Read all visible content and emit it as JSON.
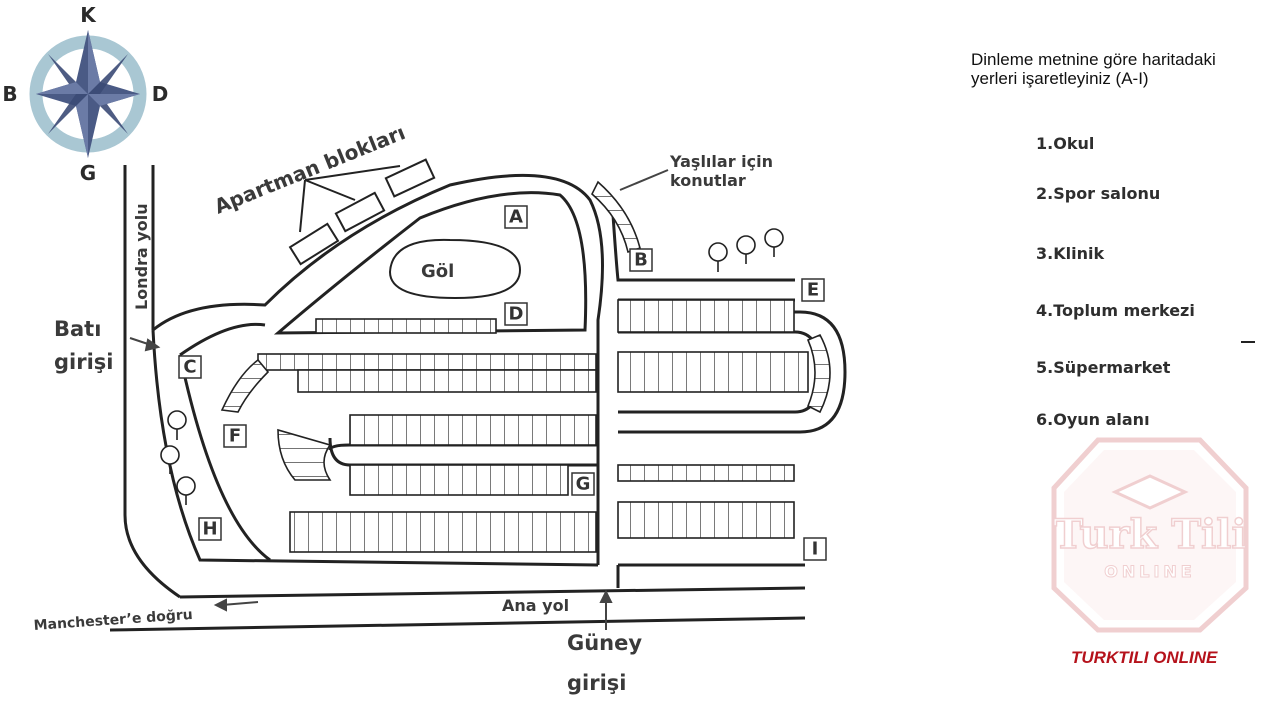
{
  "compass": {
    "north": "K",
    "south": "G",
    "west": "B",
    "east": "D"
  },
  "map_labels": {
    "apartment_blocks": "Apartman blokları",
    "elderly_housing_line1": "Yaşlılar için",
    "elderly_housing_line2": "konutlar",
    "london_road": "Londra yolu",
    "west_entrance_line1": "Batı",
    "west_entrance_line2": "girişi",
    "lake": "Göl",
    "to_manchester": "Manchester’e doğru",
    "main_road": "Ana yol",
    "south_entrance_line1": "Güney",
    "south_entrance_line2": "girişi"
  },
  "letter_boxes": [
    "A",
    "B",
    "C",
    "D",
    "E",
    "F",
    "G",
    "H",
    "I"
  ],
  "instruction": {
    "line1": "Dinleme metnine göre haritadaki",
    "line2": "yerleri işaretleyiniz (A-I)"
  },
  "places": [
    "1.Okul",
    "2.Spor salonu",
    "3.Klinik",
    "4.Toplum merkezi",
    "5.Süpermarket",
    "6.Oyun alanı"
  ],
  "watermark": {
    "line1": "Turk Tili",
    "line2": "ONLINE"
  },
  "brand": "TURKTILI ONLINE",
  "colors": {
    "brand_red": "#b5121b",
    "compass_ring": "#a9c7d3",
    "compass_star": "#4a5a85",
    "ink": "#222222"
  }
}
